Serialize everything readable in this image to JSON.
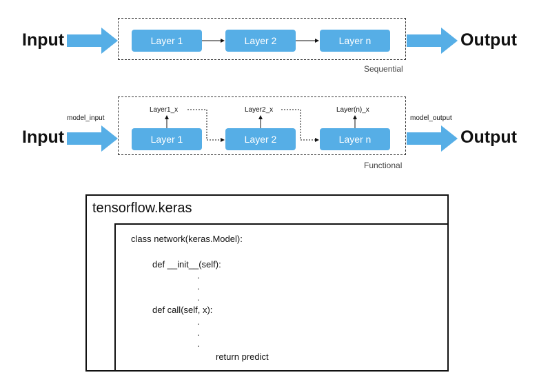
{
  "colors": {
    "accent": "#56aee6",
    "arrow": "#56aee6",
    "text": "#111111"
  },
  "sequential": {
    "input_label": "Input",
    "output_label": "Output",
    "layers": [
      "Layer 1",
      "Layer 2",
      "Layer n"
    ],
    "caption": "Sequential"
  },
  "functional": {
    "input_label": "Input",
    "output_label": "Output",
    "model_input": "model_input",
    "model_output": "model_output",
    "layers": [
      "Layer 1",
      "Layer 2",
      "Layer n"
    ],
    "outputs": [
      "Layer1_x",
      "Layer2_x",
      "Layer(n)_x"
    ],
    "caption": "Functional"
  },
  "code_box": {
    "title": "tensorflow.keras",
    "lines": {
      "class_def": "class network(keras.Model):",
      "init_def": "def __init__(self):",
      "call_def": "def call(self, x):",
      "return_line": "return predict"
    },
    "ellipsis_dot": "."
  }
}
